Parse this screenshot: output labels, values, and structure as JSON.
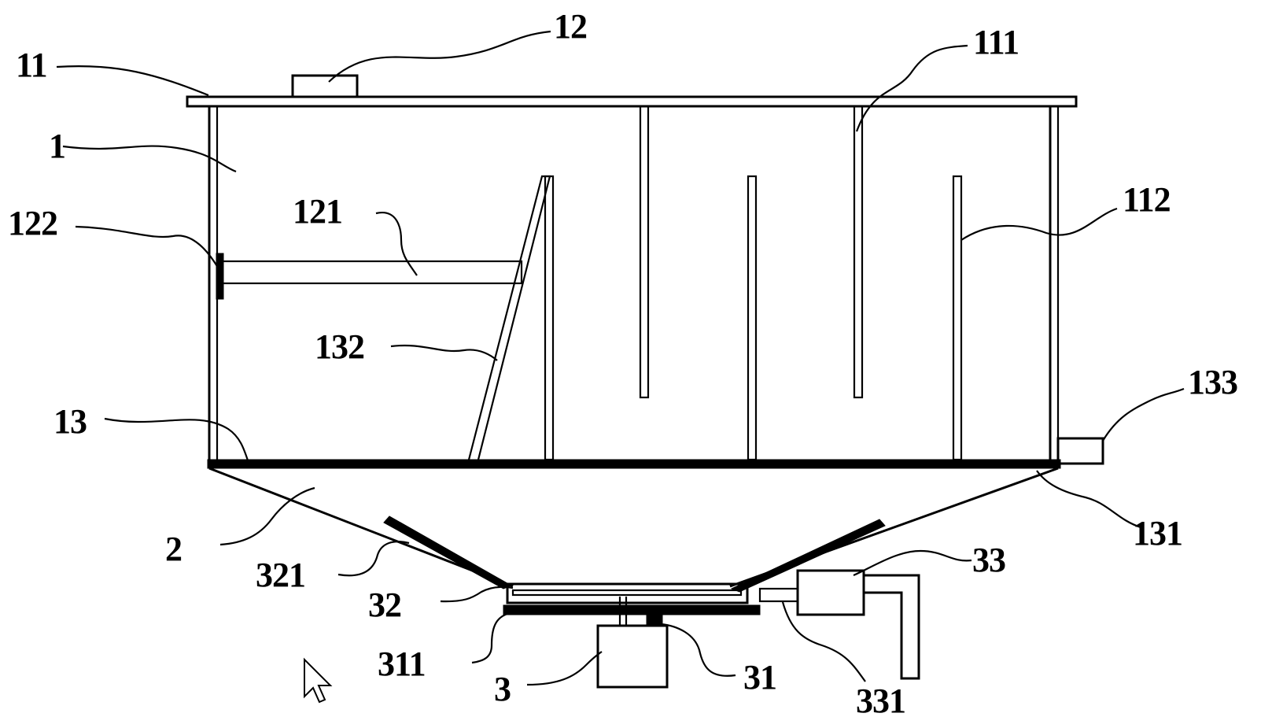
{
  "labels": {
    "l11": "11",
    "l12": "12",
    "l111": "111",
    "l1": "1",
    "l122": "122",
    "l121": "121",
    "l112": "112",
    "l132": "132",
    "l133": "133",
    "l13": "13",
    "l131": "131",
    "l2": "2",
    "l33": "33",
    "l321": "321",
    "l32": "32",
    "l311": "311",
    "l31": "31",
    "l3": "3",
    "l331": "331"
  },
  "cursor_icon": "mouse-pointer-icon"
}
